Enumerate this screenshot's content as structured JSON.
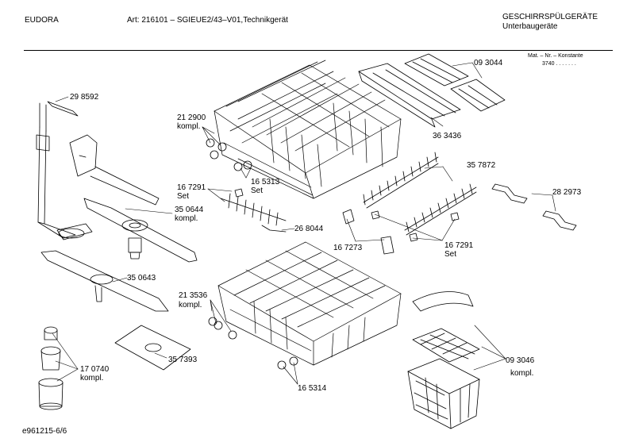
{
  "header": {
    "brand": "EUDORA",
    "article": "Art: 216101 – SGIEUE2/43–V01,Technikgerät",
    "category": "GESCHIRRSPÜLGERÄTE",
    "subcategory": "Unterbaugeräte",
    "mat_line1": "Mat. – Nr. – Konstante",
    "mat_line2": "3740  .  .  .   .  .  .  ."
  },
  "parts": {
    "p298592": "29 8592",
    "p212900": "21 2900",
    "p212900_sub": "kompl.",
    "p165313": "16 5313",
    "p165313_sub": "Set",
    "p167291a": "16 7291",
    "p167291a_sub": "Set",
    "p350644": "35 0644",
    "p350644_sub": "kompl.",
    "p268044": "26 8044",
    "p093044": "09 3044",
    "p363436": "36 3436",
    "p357872": "35 7872",
    "p282973": "28 2973",
    "p167273": "16 7273",
    "p167291b": "16 7291",
    "p167291b_sub": "Set",
    "p350643": "35 0643",
    "p213536": "21 3536",
    "p213536_sub": "kompl.",
    "p357393": "35 7393",
    "p170740": "17 0740",
    "p170740_sub": "kompl.",
    "p165314": "16 5314",
    "p093046": "09 3046",
    "p093046_sub": "kompl."
  },
  "footer": {
    "code": "e961215-6/6"
  }
}
